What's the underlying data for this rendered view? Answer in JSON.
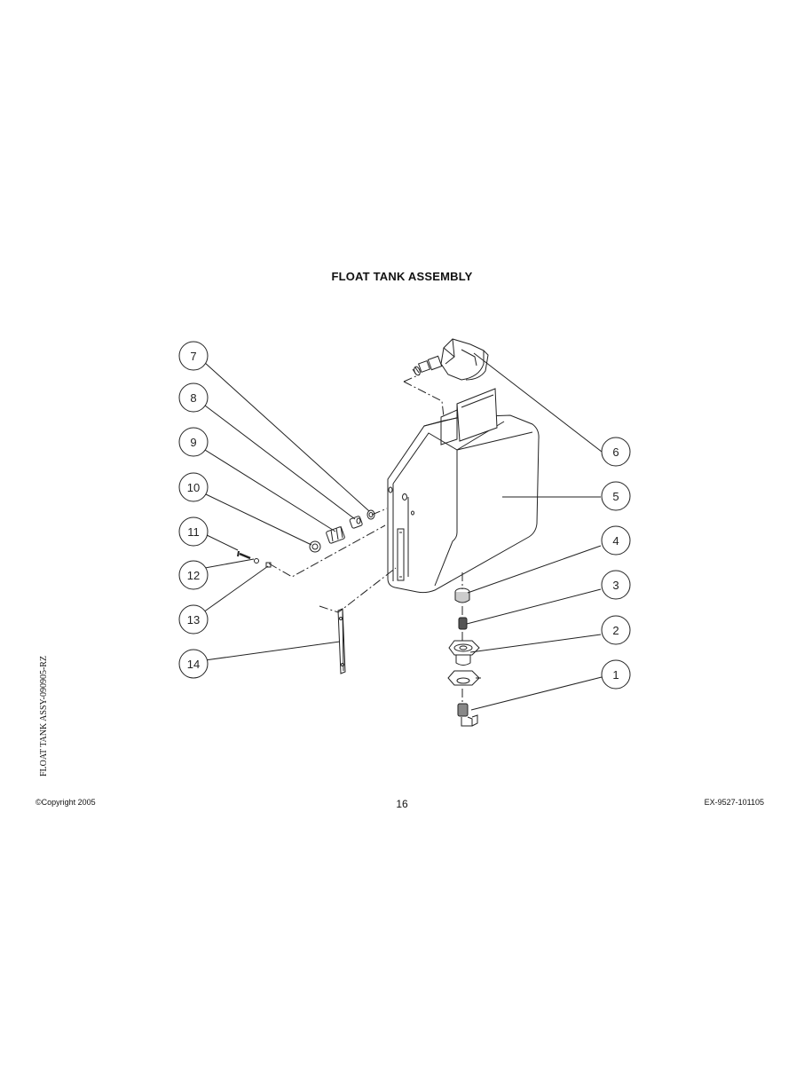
{
  "title": "FLOAT TANK ASSEMBLY",
  "side_label": "FLOAT TANK ASSY-090905-RZ",
  "footer": {
    "copyright": "©Copyright 2005",
    "page_number": "16",
    "doc_code": "EX-9527-101105"
  },
  "callouts": [
    "1",
    "2",
    "3",
    "4",
    "5",
    "6",
    "7",
    "8",
    "9",
    "10",
    "11",
    "12",
    "13",
    "14"
  ],
  "colors": {
    "line": "#222222",
    "background": "#ffffff"
  }
}
